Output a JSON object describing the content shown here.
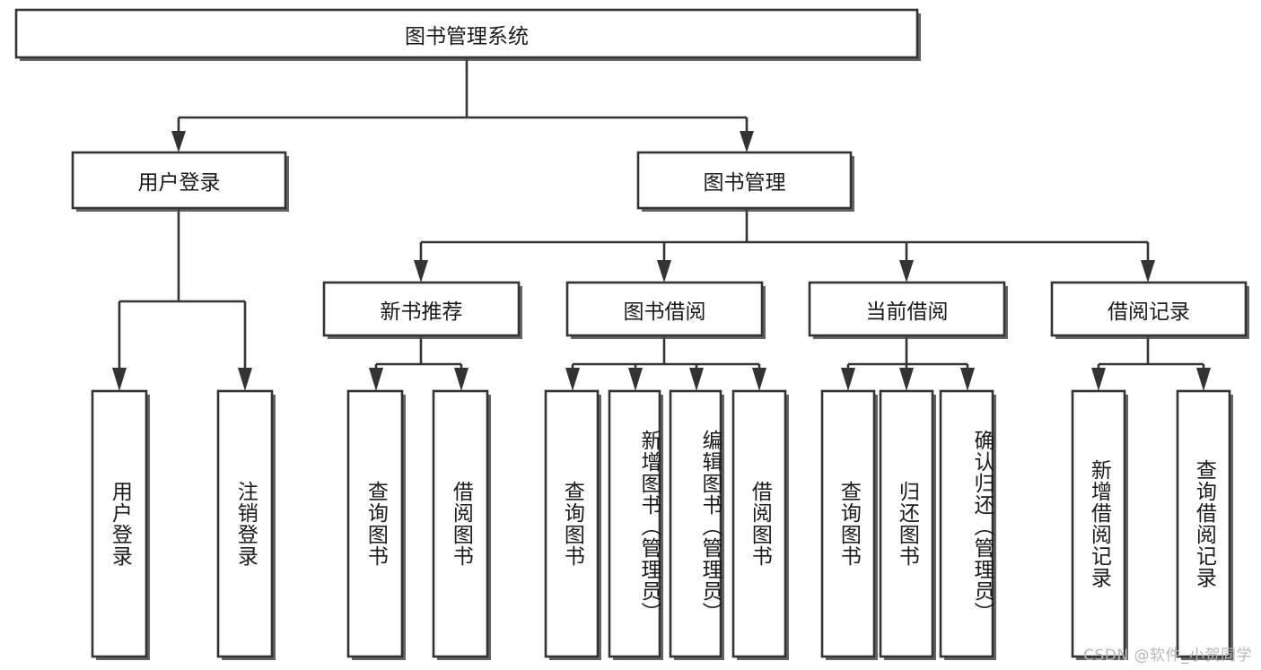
{
  "diagram": {
    "type": "tree-hierarchy",
    "title": "图书管理系统",
    "orientation": "top-down",
    "colors": {
      "box_fill": "#ffffff",
      "box_stroke": "#333333",
      "text": "#1a1a1a",
      "background": "#ffffff",
      "watermark": "#b8b8b8"
    },
    "levels": [
      {
        "level": 1,
        "nodes": [
          {
            "id": "root",
            "label": "图书管理系统",
            "orientation": "horizontal"
          }
        ]
      },
      {
        "level": 2,
        "nodes": [
          {
            "id": "login",
            "label": "用户登录",
            "orientation": "horizontal",
            "parent": "root"
          },
          {
            "id": "bookmgmt",
            "label": "图书管理",
            "orientation": "horizontal",
            "parent": "root"
          }
        ]
      },
      {
        "level": 3,
        "nodes": [
          {
            "id": "newbook",
            "label": "新书推荐",
            "orientation": "horizontal",
            "parent": "bookmgmt"
          },
          {
            "id": "borrow",
            "label": "图书借阅",
            "orientation": "horizontal",
            "parent": "bookmgmt"
          },
          {
            "id": "current",
            "label": "当前借阅",
            "orientation": "horizontal",
            "parent": "bookmgmt"
          },
          {
            "id": "records",
            "label": "借阅记录",
            "orientation": "horizontal",
            "parent": "bookmgmt"
          }
        ]
      },
      {
        "level": 4,
        "nodes": [
          {
            "id": "leaf-user-login",
            "label": "用户登录",
            "orientation": "vertical",
            "parent": "login"
          },
          {
            "id": "leaf-logout",
            "label": "注销登录",
            "orientation": "vertical",
            "parent": "login"
          },
          {
            "id": "leaf-query-book-new",
            "label": "查询图书",
            "orientation": "vertical",
            "parent": "newbook"
          },
          {
            "id": "leaf-borrow-book-new",
            "label": "借阅图书",
            "orientation": "vertical",
            "parent": "newbook"
          },
          {
            "id": "leaf-query-book-borrow",
            "label": "查询图书",
            "orientation": "vertical",
            "parent": "borrow"
          },
          {
            "id": "leaf-add-book",
            "label": "新增图书（管理员）",
            "orientation": "vertical",
            "parent": "borrow"
          },
          {
            "id": "leaf-edit-book",
            "label": "编辑图书（管理员）",
            "orientation": "vertical",
            "parent": "borrow"
          },
          {
            "id": "leaf-borrow-book",
            "label": "借阅图书",
            "orientation": "vertical",
            "parent": "borrow"
          },
          {
            "id": "leaf-query-book-current",
            "label": "查询图书",
            "orientation": "vertical",
            "parent": "current"
          },
          {
            "id": "leaf-return-book",
            "label": "归还图书",
            "orientation": "vertical",
            "parent": "current"
          },
          {
            "id": "leaf-confirm-return",
            "label": "确认归还（管理员）",
            "orientation": "vertical",
            "parent": "current"
          },
          {
            "id": "leaf-add-record",
            "label": "新增借阅记录",
            "orientation": "vertical",
            "parent": "records"
          },
          {
            "id": "leaf-query-record",
            "label": "查询借阅记录",
            "orientation": "vertical",
            "parent": "records"
          }
        ]
      }
    ]
  },
  "watermark": {
    "text": "CSDN @软件_小贺同学"
  }
}
